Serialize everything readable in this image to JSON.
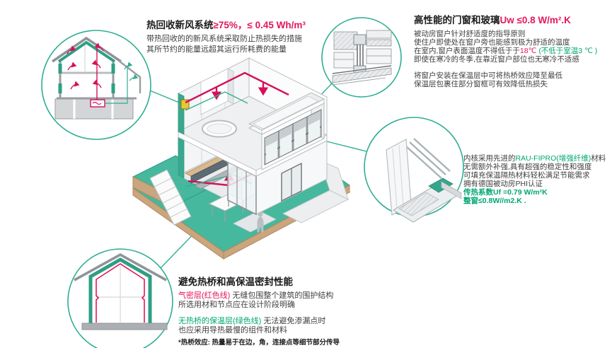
{
  "colors": {
    "pink": "#E4175C",
    "green": "#00A674",
    "teal": "#2FAE93",
    "teal_fill": "#45B89E",
    "tan": "#CBA57D",
    "ink": "#1A1A1A",
    "body": "#3F3F3F",
    "red_duct": "#D6105B",
    "insulation": "#2E9E85"
  },
  "ventilation": {
    "title_black": "热回收新风系统",
    "title_accent": "≥75%，≤ 0.45 Wh/m³",
    "line1": "带热回收的的新风系统采取防止热损失的措施",
    "line2": "其所节约的能量远超其运行所耗费的能量"
  },
  "windows": {
    "title_black": "高性能的门窗和玻璃",
    "title_accent": "Uw ≤0.8 W/m².K",
    "line1": "被动房窗户针对舒适度的指导原则",
    "line2": "使住户即使处在窗户旁也能感到极为舒适的温度",
    "line3_black": "在室内,窗户表面温度不得低于于",
    "line3_red": "18℃ ",
    "line3_green": "(不低于室温3 ℃ )",
    "line4": "即使在寒冷的冬季,在靠近窗户部位也无寒冷不适感",
    "line5": "将窗户安装在保温层中可将热桥效应降至最低",
    "line6": "保温层包裹住部分窗框可有效降低热损失"
  },
  "frame": {
    "line1_black": "内核采用先进的",
    "line1_green": "RAU-FIPRO(增强纤维)",
    "line1_black2": "材料",
    "line2": "无需额外补强,具有超强的稳定性和强度",
    "line3": "可填充保温隔热材料轻松满足节能需求",
    "line4": "拥有德国被动房PHI认证",
    "line5": "传热系数Uf =0.79 W/m²K",
    "line6": "整窗≤0.8W//m2.K ."
  },
  "thermal": {
    "title": "避免热桥和高保温密封性能",
    "line1_pink": "气密层(红色线)",
    "line1_black": " 无缝包围整个建筑的围护结构",
    "line2": "所选用材和节点应在设计阶段明确",
    "line3_green": "无热桥的保温层(绿色线)",
    "line3_black": " 无法避免渗漏点时",
    "line4": "也应采用导热最慢的组件和材料",
    "footnote": "*热桥效应: 热量易于在边，角，连接点等细节部分传导"
  },
  "illustrations": {
    "ventilation_circle": "house-section-ventilation-icon",
    "window_detail_circle": "window-installation-cad-icon",
    "profile_circle": "window-frame-profile-icon",
    "envelope_circle": "house-section-insulation-icon",
    "center": "isometric-passive-house-cutaway"
  }
}
